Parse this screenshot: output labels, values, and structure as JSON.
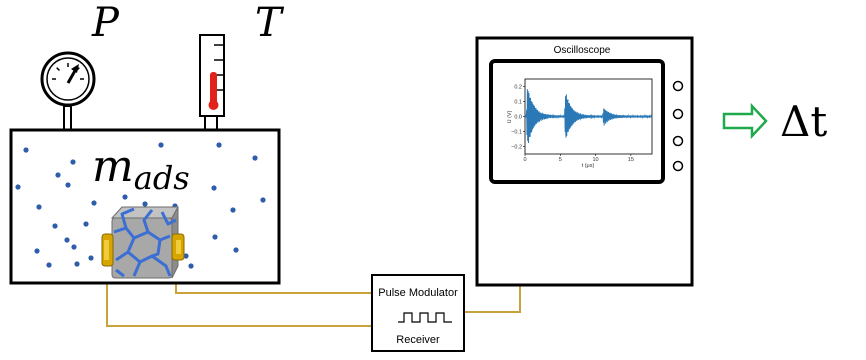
{
  "labels": {
    "pressure": "P",
    "temperature": "T",
    "mass_base": "m",
    "mass_sub": "ads",
    "delta_t": "Δt",
    "oscilloscope_title": "Oscilloscope",
    "pulse_modulator": "Pulse Modulator",
    "receiver": "Receiver"
  },
  "chart_data": {
    "type": "line",
    "title": "",
    "xlabel": "t (μs)",
    "ylabel": "U (V)",
    "xlim": [
      0,
      18
    ],
    "ylim": [
      -0.25,
      0.25
    ],
    "x_ticks": [
      "0",
      "5",
      "10",
      "15"
    ],
    "y_ticks": [
      "0.2",
      "0.1",
      "0.0",
      "−0.1",
      "−0.2"
    ],
    "series": [
      {
        "bursts": [
          {
            "start": 0.2,
            "peak_amplitude": 0.24
          },
          {
            "start": 5.6,
            "peak_amplitude": 0.19
          },
          {
            "start": 11.0,
            "peak_amplitude": 0.07
          }
        ]
      }
    ]
  },
  "colors": {
    "line": "#000000",
    "wire": "#c8a23a",
    "dots": "#2f5dab",
    "arrow": "#1fa94a",
    "signal": "#2a78b6",
    "thermo_red": "#e0221a",
    "rock": "#a8a8a8",
    "vein": "#3b6fd4",
    "transducer": "#d6a500"
  }
}
